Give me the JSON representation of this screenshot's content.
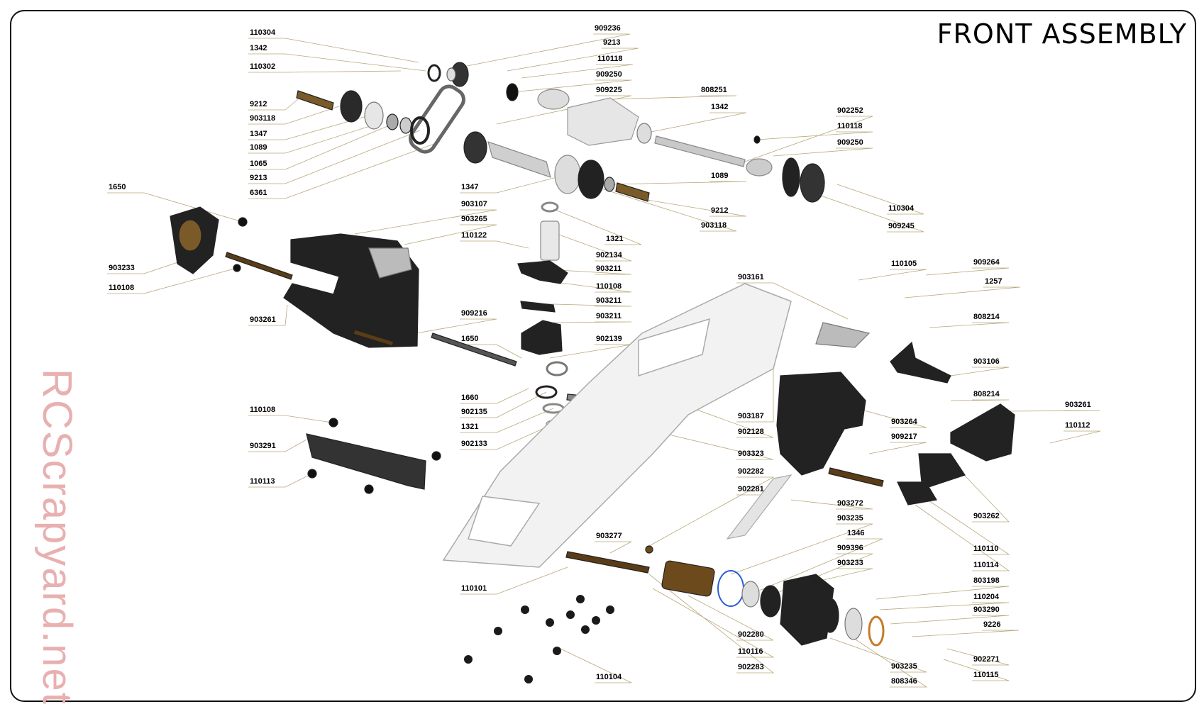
{
  "title": "FRONT  ASSEMBLY",
  "watermark": "RCScrapyard.net",
  "labels": [
    "110304",
    "1342",
    "110302",
    "9212",
    "903118",
    "1347",
    "1089",
    "1065",
    "9213",
    "6361",
    "909236",
    "9213",
    "110118",
    "909250",
    "909225",
    "808251",
    "1342",
    "902252",
    "110118",
    "909250",
    "1347",
    "1089",
    "9212",
    "903118",
    "110304",
    "909245",
    "1650",
    "903233",
    "110108",
    "903107",
    "903265",
    "110122",
    "1321",
    "902134",
    "903211",
    "110108",
    "903211",
    "903211",
    "903261",
    "909216",
    "1650",
    "902139",
    "1660",
    "902135",
    "1321",
    "902133",
    "903161",
    "110105",
    "909264",
    "1257",
    "808214",
    "903106",
    "808214",
    "903187",
    "902128",
    "903323",
    "110108",
    "903291",
    "110113",
    "903264",
    "909217",
    "903261",
    "110112",
    "902282",
    "902281",
    "903272",
    "903235",
    "1346",
    "909396",
    "903233",
    "903262",
    "110110",
    "110114",
    "903277",
    "110101",
    "803198",
    "110204",
    "903290",
    "9226",
    "902280",
    "110116",
    "902283",
    "110104",
    "903235",
    "808346",
    "902271",
    "110115"
  ]
}
